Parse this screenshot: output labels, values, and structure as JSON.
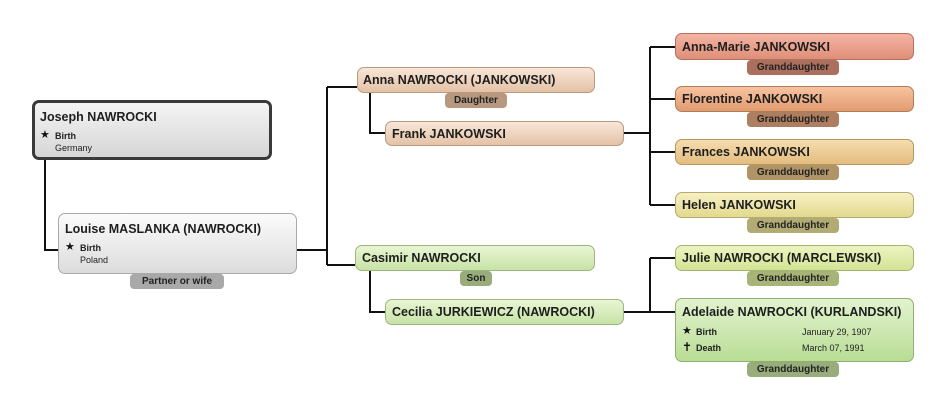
{
  "people": {
    "joseph": {
      "name": "Joseph NAWROCKI",
      "birth_label": "Birth",
      "birth_place": "Germany"
    },
    "louise": {
      "name": "Louise MASLANKA (NAWROCKI)",
      "birth_label": "Birth",
      "birth_place": "Poland",
      "relation": "Partner or wife"
    },
    "anna": {
      "name": "Anna NAWROCKI (JANKOWSKI)",
      "relation": "Daughter"
    },
    "frank": {
      "name": "Frank JANKOWSKI"
    },
    "casimir": {
      "name": "Casimir NAWROCKI",
      "relation": "Son"
    },
    "cecilia": {
      "name": "Cecilia JURKIEWICZ (NAWROCKI)"
    },
    "annamarie": {
      "name": "Anna-Marie JANKOWSKI",
      "relation": "Granddaughter"
    },
    "florentine": {
      "name": "Florentine JANKOWSKI",
      "relation": "Granddaughter"
    },
    "frances": {
      "name": "Frances JANKOWSKI",
      "relation": "Granddaughter"
    },
    "helen": {
      "name": "Helen JANKOWSKI",
      "relation": "Granddaughter"
    },
    "julie": {
      "name": "Julie NAWROCKI (MARCLEWSKI)",
      "relation": "Granddaughter"
    },
    "adelaide": {
      "name": "Adelaide NAWROCKI (KURLANDSKI)",
      "birth_label": "Birth",
      "birth_date": "January 29, 1907",
      "death_label": "Death",
      "death_date": "March 07, 1991",
      "relation": "Granddaughter"
    }
  },
  "icons": {
    "birth": "star-icon",
    "death": "cross-icon"
  }
}
